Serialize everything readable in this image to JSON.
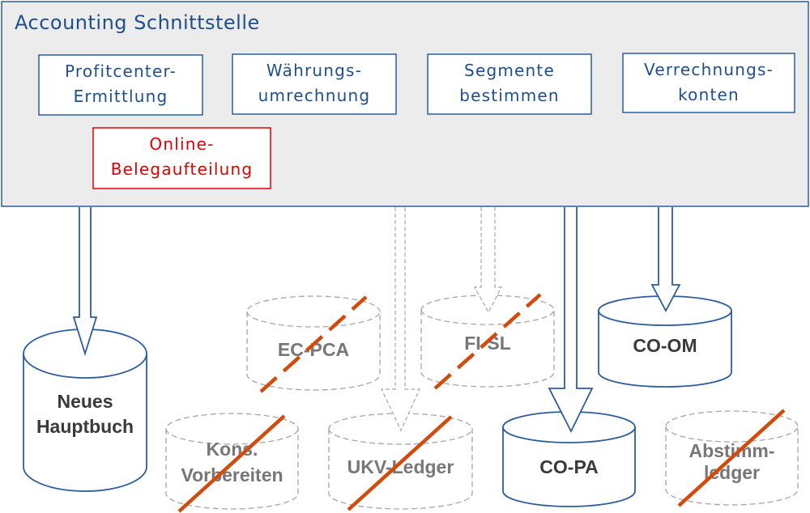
{
  "interface": {
    "title": "Accounting Schnittstelle",
    "functions": [
      {
        "lines": [
          "Profitcenter-",
          "Ermittlung"
        ],
        "highlight": false
      },
      {
        "lines": [
          "Währungs-",
          "umrechnung"
        ],
        "highlight": false
      },
      {
        "lines": [
          "Segmente",
          "bestimmen"
        ],
        "highlight": false
      },
      {
        "lines": [
          "Verrechnungs-",
          "konten"
        ],
        "highlight": false
      },
      {
        "lines": [
          "Online-",
          "Belegaufteilung"
        ],
        "highlight": true
      }
    ]
  },
  "ledgers": [
    {
      "lines": [
        "Neues",
        "Hauptbuch"
      ],
      "active": true,
      "crossed": false
    },
    {
      "lines": [
        "EC-PCA"
      ],
      "active": false,
      "crossed": true,
      "cross_style": "dashed"
    },
    {
      "lines": [
        "FI-SL"
      ],
      "active": false,
      "crossed": true,
      "cross_style": "dashed"
    },
    {
      "lines": [
        "CO-OM"
      ],
      "active": true,
      "crossed": false
    },
    {
      "lines": [
        "Kons.",
        "Vorbereiten"
      ],
      "active": false,
      "crossed": true,
      "cross_style": "solid"
    },
    {
      "lines": [
        "UKV-Ledger"
      ],
      "active": false,
      "crossed": true,
      "cross_style": "solid"
    },
    {
      "lines": [
        "CO-PA"
      ],
      "active": true,
      "crossed": false
    },
    {
      "lines": [
        "Abstimm-",
        "ledger"
      ],
      "active": false,
      "crossed": true,
      "cross_style": "solid"
    }
  ],
  "colors": {
    "blue": "#2b5c9e",
    "title": "#1f4e8c",
    "red": "#e00000",
    "grey": "#a6a6a6",
    "strike": "#d24a0c",
    "panel": "#ececec",
    "active_text": "#3a3a3a",
    "inactive_text": "#777777"
  }
}
